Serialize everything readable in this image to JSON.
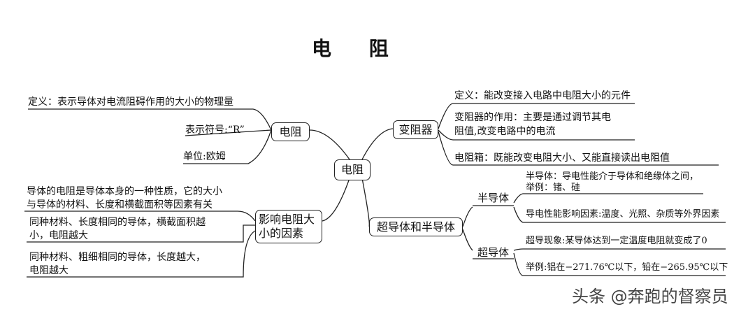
{
  "title": "电 阻",
  "center": "电阻",
  "left": {
    "resistance": {
      "label": "电阻",
      "items": [
        "定义：表示导体对电流阻碍作用的大小的物理量",
        "表示符号:“R”",
        "单位:欧姆"
      ]
    },
    "factors": {
      "label_line1": "影响电阻大",
      "label_line2": "小的因素",
      "items": [
        {
          "line1": "导体的电阻是导体本身的一种性质，它的大小",
          "line2": "与导体的材料、长度和横截面积等因素有关"
        },
        {
          "line1": "同种材料、长度相同的导体，横截面积越",
          "line2": "小，电阻越大"
        },
        {
          "line1": "同种材料、粗细相同的导体，长度越大，",
          "line2": "电阻越大"
        }
      ]
    }
  },
  "right": {
    "rheostat": {
      "label": "变阻器",
      "items": [
        {
          "line1": "定义：能改变接入电路中电阻大小的元件",
          "line2": ""
        },
        {
          "line1": "变阻器的作用：主要是通过调节其电",
          "line2": "阻值,改变电路中的电流"
        },
        {
          "line1": "电阻箱：既能改变电阻大小、又能直接读出电阻值",
          "line2": ""
        }
      ]
    },
    "super_semi": {
      "label": "超导体和半导体",
      "semiconductor": {
        "label": "半导体",
        "items": [
          {
            "line1": "半导体：导电性能介于导体和绝缘体之间，",
            "line2": "举例：锗、硅"
          },
          {
            "line1": "导电性能影响因素:温度、光照、杂质等外界因素",
            "line2": ""
          }
        ]
      },
      "superconductor": {
        "label": "超导体",
        "items": [
          "超导现象:某导体达到一定温度电阻就变成了0",
          "举例:铝在−271.76℃以下，铅在−265.95℃以下"
        ]
      }
    }
  },
  "watermark": "头条 @奔跑的督察员",
  "colors": {
    "line": "#222222",
    "background": "#ffffff",
    "watermark": "#444444"
  }
}
